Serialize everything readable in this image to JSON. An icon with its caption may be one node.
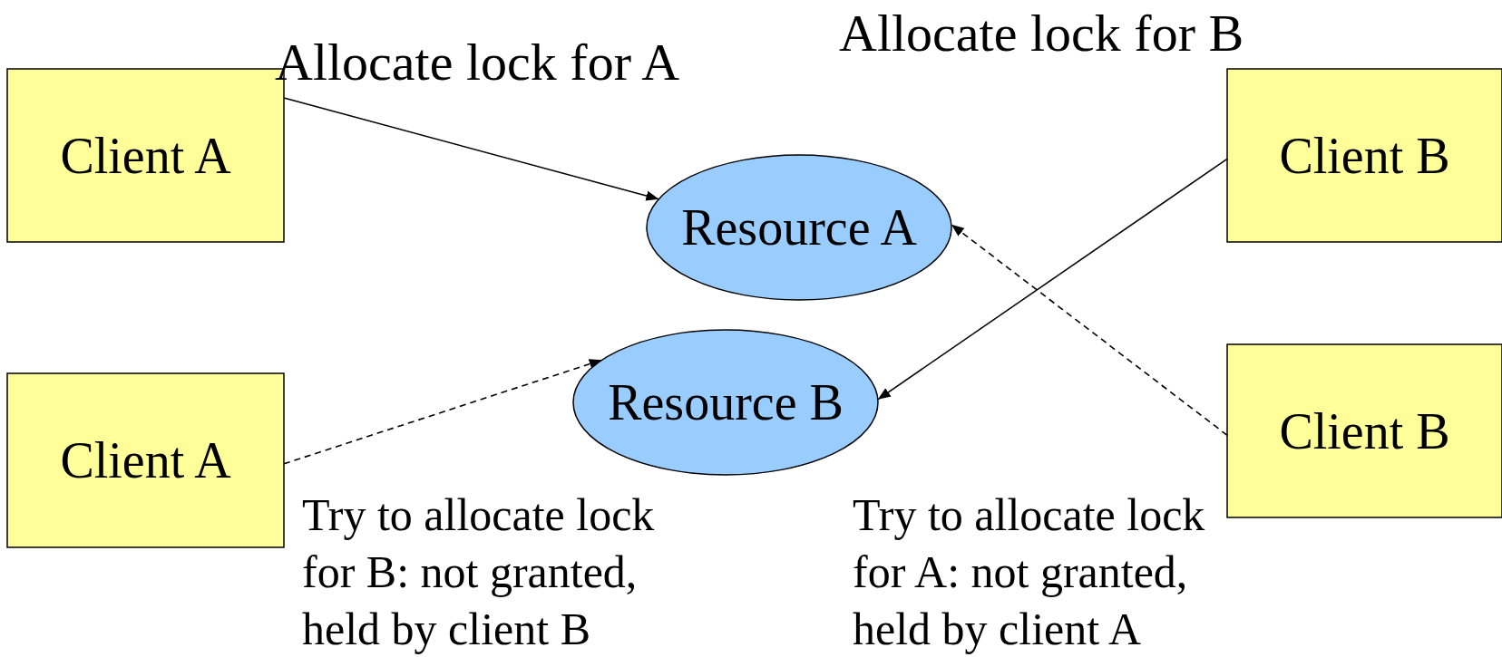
{
  "diagram": {
    "nodes": [
      {
        "text": [
          "Client A"
        ]
      },
      {
        "text": [
          "Client A"
        ]
      },
      {
        "text": [
          "Resource A"
        ]
      },
      {
        "text": [
          "Resource B"
        ]
      },
      {
        "text": [
          "Client B"
        ]
      },
      {
        "text": [
          "Client B"
        ]
      }
    ],
    "edges": [
      {
        "from": 0,
        "to": 2,
        "arrow": "to"
      },
      {
        "from": 1,
        "to": 3,
        "arrow": "to",
        "style": "dashed"
      },
      {
        "from": 4,
        "to": 3,
        "arrow": "to"
      },
      {
        "from": 5,
        "to": 2,
        "arrow": "to",
        "style": "dashed"
      }
    ],
    "labels": [
      "Allocate lock for B",
      "Allocate lock for A",
      "Try to allocate lock for B: not granted, held by client B",
      "Try to allocate lock for A: not granted, held by client A"
    ]
  }
}
